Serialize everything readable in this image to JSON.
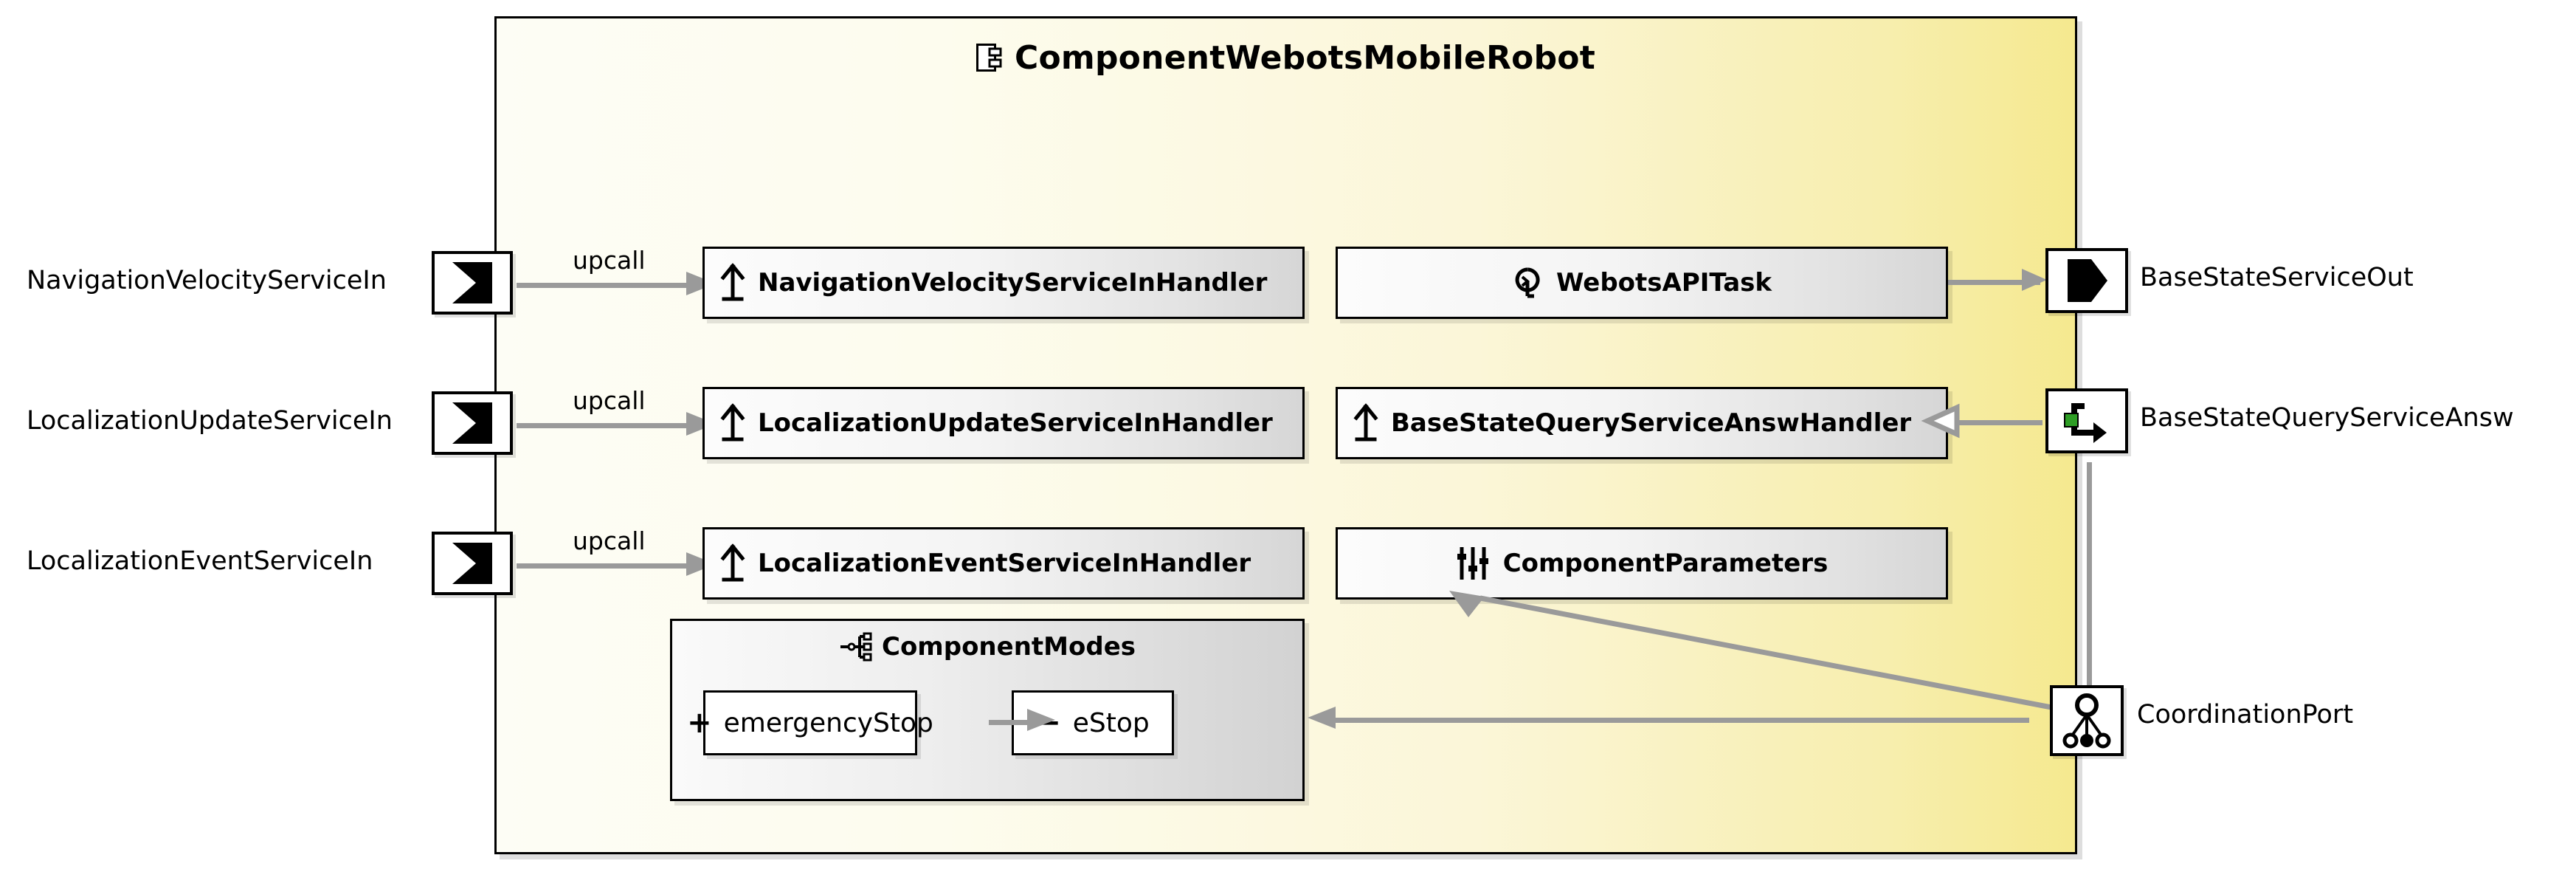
{
  "component": {
    "name": "ComponentWebotsMobileRobot",
    "icon": "component-icon",
    "fill_left": "#fdfdf5",
    "fill_right": "#f5e98f",
    "border_color": "#000000"
  },
  "left_ports": [
    {
      "label": "NavigationVelocityServiceIn",
      "icon": "service-in-port-icon",
      "edge_label": "upcall"
    },
    {
      "label": "LocalizationUpdateServiceIn",
      "icon": "service-in-port-icon",
      "edge_label": "upcall"
    },
    {
      "label": "LocalizationEventServiceIn",
      "icon": "service-in-port-icon",
      "edge_label": "upcall"
    }
  ],
  "right_ports": [
    {
      "label": "BaseStateServiceOut",
      "icon": "service-out-port-icon"
    },
    {
      "label": "BaseStateQueryServiceAnsw",
      "icon": "query-answer-port-icon",
      "accent": "#2e9e25"
    },
    {
      "label": "CoordinationPort",
      "icon": "coordination-port-icon"
    }
  ],
  "handlers": [
    {
      "label": "NavigationVelocityServiceInHandler",
      "icon": "upcall-handler-icon"
    },
    {
      "label": "LocalizationUpdateServiceInHandler",
      "icon": "upcall-handler-icon"
    },
    {
      "label": "LocalizationEventServiceInHandler",
      "icon": "upcall-handler-icon"
    }
  ],
  "activities": [
    {
      "label": "WebotsAPITask",
      "icon": "task-loop-icon"
    },
    {
      "label": "BaseStateQueryServiceAnswHandler",
      "icon": "upcall-handler-icon"
    },
    {
      "label": "ComponentParameters",
      "icon": "parameters-sliders-icon"
    }
  ],
  "modes": {
    "title": "ComponentModes",
    "icon": "component-modes-icon",
    "states": [
      {
        "symbol": "+",
        "name": "emergencyStop"
      },
      {
        "symbol": "−",
        "name": "eStop"
      }
    ]
  },
  "connector_color": "#9a9a9a"
}
